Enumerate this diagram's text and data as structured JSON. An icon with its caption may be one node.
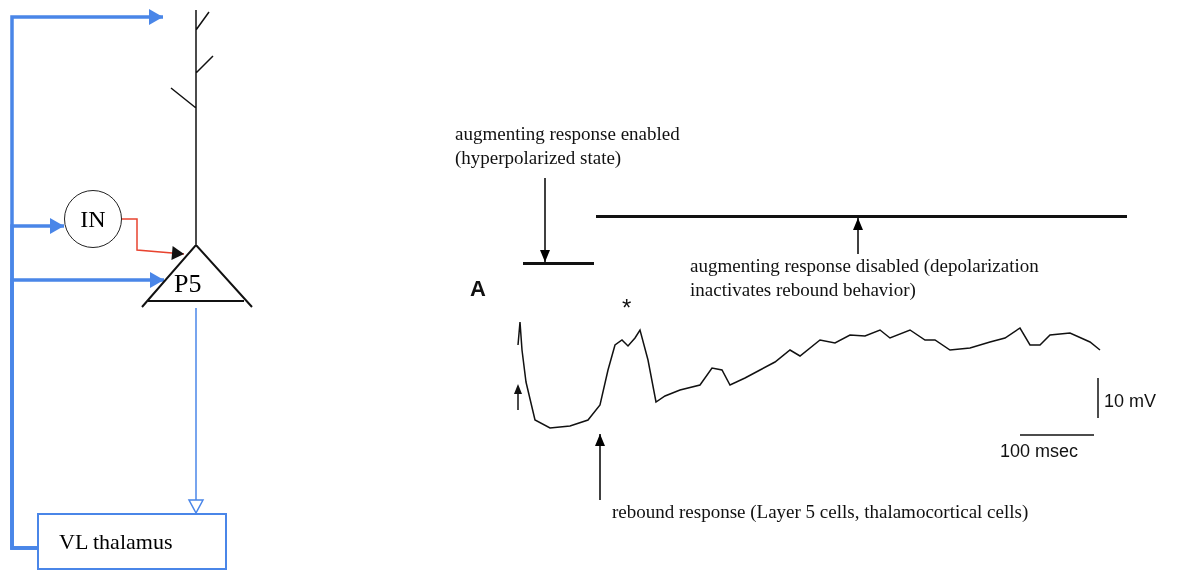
{
  "diagram": {
    "nodes": [
      {
        "text": [
          "IN"
        ]
      },
      {
        "text": [
          "P5"
        ]
      },
      {
        "text": [
          "VL thalamus"
        ]
      },
      {
        "text": [],
        "shape": "picture"
      },
      {
        "text": [
          "augmenting response enabled (hyperpolarized state)"
        ]
      },
      {
        "text": [],
        "shape": "bar"
      },
      {
        "text": [],
        "shape": "bar"
      },
      {
        "text": [
          "augmenting response disabled (depolarization inactivates rebound behavior)"
        ]
      },
      {
        "text": [],
        "shape": "picture"
      },
      {
        "text": [
          "rebound response (Layer 5 cells, thalamocortical cells)"
        ]
      }
    ],
    "edges": [
      {
        "from": 2,
        "to": 0,
        "arrow": "to",
        "style": "thick"
      },
      {
        "from": 2,
        "to": 1,
        "arrow": "to",
        "style": "thick"
      },
      {
        "from": 2,
        "to": 3,
        "arrow": "to",
        "style": "thick"
      },
      {
        "from": 0,
        "to": 1,
        "arrow": "to",
        "color": "#e8432f"
      },
      {
        "from": 1,
        "to": 2,
        "arrow": "to"
      },
      {
        "from": 4,
        "to": 5,
        "arrow": "to",
        "color": "#000000"
      },
      {
        "from": 7,
        "to": 6,
        "arrow": "to",
        "color": "#000000"
      },
      {
        "from": 9,
        "to": 8,
        "arrow": "to",
        "color": "#000000"
      }
    ],
    "labels": [
      "A",
      "*",
      "10 mV",
      "100 msec"
    ]
  }
}
